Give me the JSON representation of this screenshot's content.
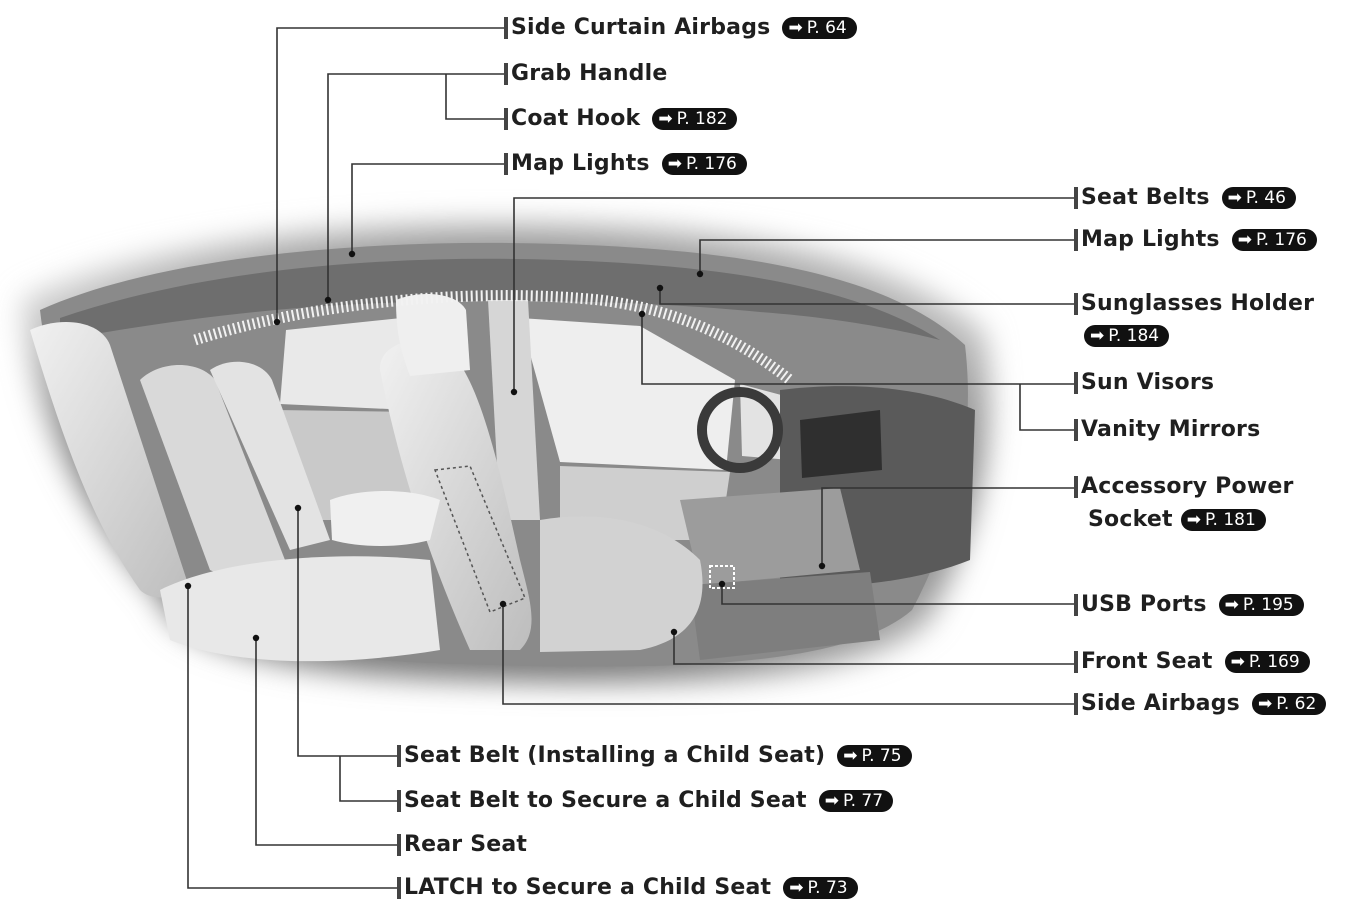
{
  "labels": [
    {
      "id": "side-curtain-airbags",
      "text": "Side Curtain Airbags",
      "page": "P. 64"
    },
    {
      "id": "grab-handle",
      "text": "Grab Handle"
    },
    {
      "id": "coat-hook",
      "text": "Coat Hook",
      "page": "P. 182"
    },
    {
      "id": "map-lights-rear",
      "text": "Map Lights",
      "page": "P. 176"
    },
    {
      "id": "seat-belts",
      "text": "Seat Belts",
      "page": "P. 46"
    },
    {
      "id": "map-lights-front",
      "text": "Map Lights",
      "page": "P. 176"
    },
    {
      "id": "sunglasses-holder",
      "text": "Sunglasses Holder",
      "page": "P. 184"
    },
    {
      "id": "sun-visors",
      "text": "Sun Visors"
    },
    {
      "id": "vanity-mirrors",
      "text": "Vanity Mirrors"
    },
    {
      "id": "accessory-power-socket",
      "text": "Accessory Power",
      "text2": "Socket",
      "page": "P. 181"
    },
    {
      "id": "usb-ports",
      "text": "USB Ports",
      "page": "P. 195"
    },
    {
      "id": "front-seat",
      "text": "Front Seat",
      "page": "P. 169"
    },
    {
      "id": "side-airbags",
      "text": "Side Airbags",
      "page": "P. 62"
    },
    {
      "id": "seat-belt-installing",
      "text": "Seat Belt (Installing a Child Seat)",
      "page": "P. 75"
    },
    {
      "id": "seat-belt-secure",
      "text": "Seat Belt to Secure a Child Seat",
      "page": "P. 77"
    },
    {
      "id": "rear-seat",
      "text": "Rear Seat"
    },
    {
      "id": "latch",
      "text": "LATCH to Secure a Child Seat",
      "page": "P. 73"
    }
  ],
  "icons": {
    "ref": "arrow-right-icon",
    "photo": "car-interior-illustration"
  }
}
